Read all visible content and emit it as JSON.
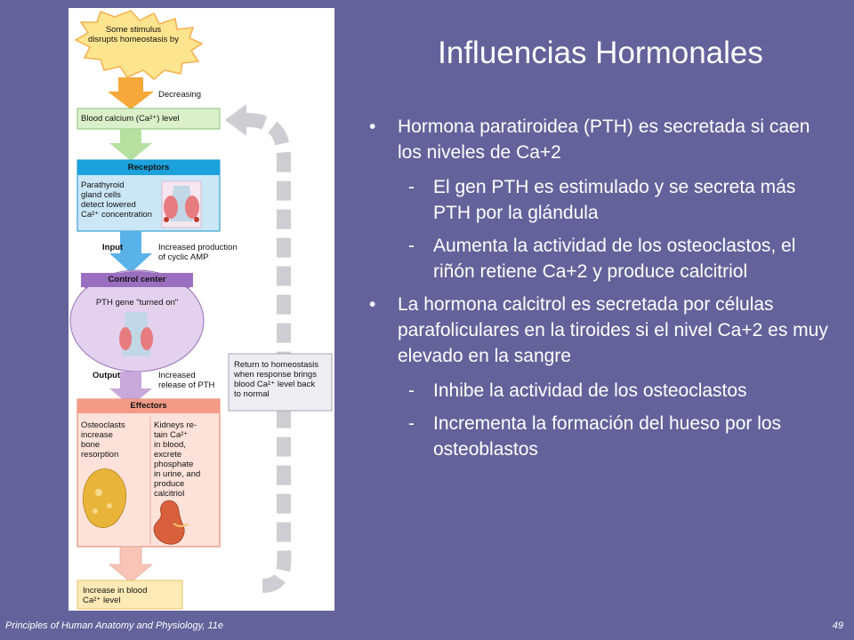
{
  "slide": {
    "title": "Influencias  Hormonales",
    "bullets": [
      {
        "text": "Hormona paratiroidea (PTH) es secretada si caen los niveles de Ca+2",
        "subs": [
          "El gen PTH es  estimulado y se secreta más PTH por la glándula",
          "Aumenta la actividad de los osteoclastos,  el riñón retiene Ca+2 y produce calcitriol"
        ]
      },
      {
        "text": "La hormona calcitrol es secretada por células parafoliculares en la tiroides si el nivel Ca+2 es muy elevado en la sangre",
        "subs": [
          "Inhibe la actividad de los osteoclastos",
          "Incrementa la formación del hueso por los osteoblastos"
        ]
      }
    ],
    "bullet_symbol": "•",
    "dash_symbol": "-",
    "footer_left": "Principles of Human Anatomy and Physiology, 11e",
    "footer_right": "49"
  },
  "diagram": {
    "stimulus": [
      "Some stimulus",
      "disrupts homeostasis by"
    ],
    "decreasing": "Decreasing",
    "blood_calcium": "Blood calcium (Ca²⁺) level",
    "receptors": {
      "header": "Receptors",
      "text": [
        "Parathyroid",
        "gland cells",
        "detect lowered",
        "Ca²⁺ concentration"
      ]
    },
    "input": "Input",
    "increased_production": [
      "Increased production",
      "of cyclic AMP"
    ],
    "control_center": {
      "header": "Control center",
      "text": "PTH gene \"turned on\""
    },
    "output": "Output",
    "increased_release": [
      "Increased",
      "release of PTH"
    ],
    "return_box": [
      "Return to homeostasis",
      "when response brings",
      "blood Ca²⁺ level back",
      "to normal"
    ],
    "effectors": {
      "header": "Effectors",
      "left": [
        "Osteoclasts",
        "increase",
        "bone",
        "resorption"
      ],
      "right": [
        "Kidneys re-",
        "tain Ca²⁺",
        "in blood,",
        "excrete",
        "phosphate",
        "in urine, and",
        "produce",
        "calcitriol"
      ]
    },
    "result": [
      "Increase in blood",
      "Ca²⁺ level"
    ]
  },
  "colors": {
    "background": "#64629a",
    "stimulus": "#fde48e",
    "arrow_orange": "#f6a93a",
    "green": "#daf0c8",
    "blue": "#1ba1dc",
    "purple": "#c9a8dc",
    "salmon": "#f39b86",
    "gray": "#cdcdd2"
  }
}
